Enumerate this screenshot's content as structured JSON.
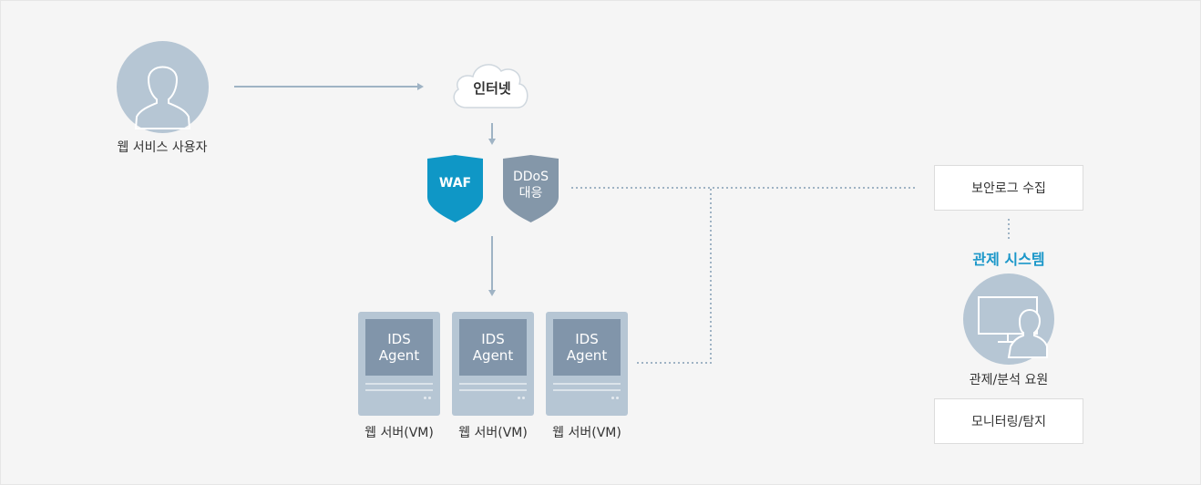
{
  "nodes": {
    "user": {
      "label": "웹 서비스 사용자"
    },
    "internet": {
      "label": "인터넷"
    },
    "waf": {
      "label": "WAF"
    },
    "ddos": {
      "line1": "DDoS",
      "line2": "대응"
    },
    "servers": [
      {
        "screen_line1": "IDS",
        "screen_line2": "Agent",
        "label": "웹 서버(VM)"
      },
      {
        "screen_line1": "IDS",
        "screen_line2": "Agent",
        "label": "웹 서버(VM)"
      },
      {
        "screen_line1": "IDS",
        "screen_line2": "Agent",
        "label": "웹 서버(VM)"
      }
    ],
    "log_collect": {
      "label": "보안로그 수집"
    },
    "control_system": {
      "title": "관제 시스템"
    },
    "analyst": {
      "label": "관제/분석 요원"
    },
    "monitoring": {
      "label": "모니터링/탐지"
    }
  },
  "colors": {
    "accent": "#1b97c9",
    "waf_shield": "#0f97c6",
    "ddos_shield": "#8497a9",
    "avatar": "#b6c6d4",
    "server": "#b6c6d4",
    "server_screen": "#8195aa",
    "connector": "#9fb3c4"
  },
  "icons": {
    "user": "user-avatar-icon",
    "internet": "cloud-icon",
    "waf": "shield-icon",
    "ddos": "shield-icon",
    "analyst": "monitor-person-icon"
  }
}
